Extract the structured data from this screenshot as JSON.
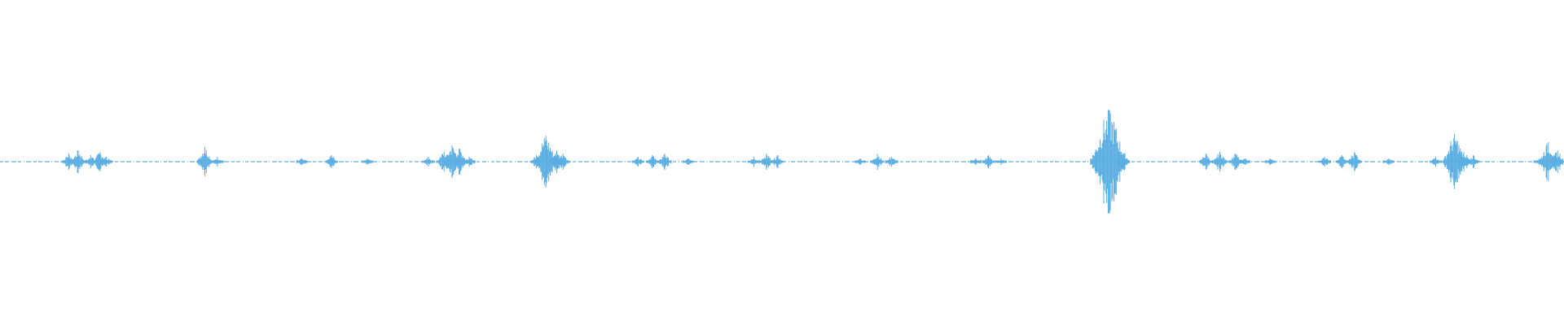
{
  "waveform": {
    "color": "#5aaee2",
    "baseline_style": "dash-dot",
    "duration_fraction_shown": 1.0,
    "bursts": [
      {
        "t": 0.044,
        "amp": 0.05
      },
      {
        "t": 0.05,
        "amp": 0.07
      },
      {
        "t": 0.058,
        "amp": 0.04
      },
      {
        "t": 0.064,
        "amp": 0.06
      },
      {
        "t": 0.068,
        "amp": 0.03
      },
      {
        "t": 0.131,
        "amp": 0.09
      },
      {
        "t": 0.139,
        "amp": 0.03
      },
      {
        "t": 0.193,
        "amp": 0.02
      },
      {
        "t": 0.212,
        "amp": 0.04
      },
      {
        "t": 0.235,
        "amp": 0.02
      },
      {
        "t": 0.274,
        "amp": 0.03
      },
      {
        "t": 0.284,
        "amp": 0.06
      },
      {
        "t": 0.289,
        "amp": 0.1
      },
      {
        "t": 0.294,
        "amp": 0.08
      },
      {
        "t": 0.3,
        "amp": 0.03
      },
      {
        "t": 0.343,
        "amp": 0.04
      },
      {
        "t": 0.349,
        "amp": 0.16
      },
      {
        "t": 0.356,
        "amp": 0.07
      },
      {
        "t": 0.36,
        "amp": 0.05
      },
      {
        "t": 0.408,
        "amp": 0.03
      },
      {
        "t": 0.417,
        "amp": 0.04
      },
      {
        "t": 0.425,
        "amp": 0.05
      },
      {
        "t": 0.44,
        "amp": 0.02
      },
      {
        "t": 0.482,
        "amp": 0.03
      },
      {
        "t": 0.49,
        "amp": 0.05
      },
      {
        "t": 0.497,
        "amp": 0.04
      },
      {
        "t": 0.55,
        "amp": 0.02
      },
      {
        "t": 0.561,
        "amp": 0.05
      },
      {
        "t": 0.57,
        "amp": 0.03
      },
      {
        "t": 0.624,
        "amp": 0.02
      },
      {
        "t": 0.632,
        "amp": 0.04
      },
      {
        "t": 0.64,
        "amp": 0.02
      },
      {
        "t": 0.709,
        "amp": 0.32
      },
      {
        "t": 0.718,
        "amp": 0.05
      },
      {
        "t": 0.771,
        "amp": 0.05
      },
      {
        "t": 0.78,
        "amp": 0.06
      },
      {
        "t": 0.79,
        "amp": 0.05
      },
      {
        "t": 0.796,
        "amp": 0.02
      },
      {
        "t": 0.812,
        "amp": 0.02
      },
      {
        "t": 0.847,
        "amp": 0.03
      },
      {
        "t": 0.858,
        "amp": 0.04
      },
      {
        "t": 0.866,
        "amp": 0.06
      },
      {
        "t": 0.888,
        "amp": 0.02
      },
      {
        "t": 0.918,
        "amp": 0.03
      },
      {
        "t": 0.93,
        "amp": 0.17
      },
      {
        "t": 0.936,
        "amp": 0.06
      },
      {
        "t": 0.942,
        "amp": 0.04
      },
      {
        "t": 0.984,
        "amp": 0.02
      },
      {
        "t": 0.99,
        "amp": 0.12
      },
      {
        "t": 0.996,
        "amp": 0.07
      }
    ]
  }
}
